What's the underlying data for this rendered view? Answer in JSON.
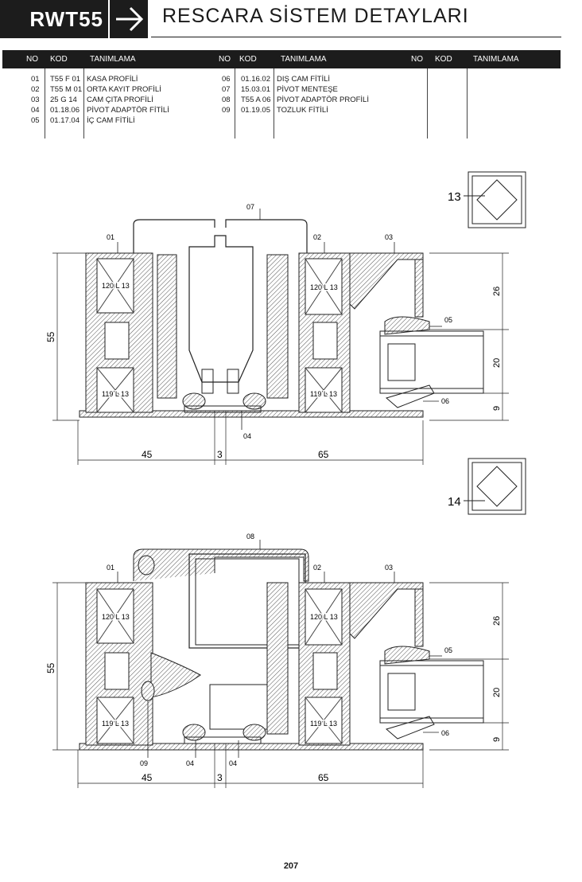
{
  "header": {
    "series_code": "RWT55",
    "title": "RESCARA SİSTEM DETAYLARI"
  },
  "table": {
    "columns": [
      "NO",
      "KOD",
      "TANIMLAMA"
    ],
    "groups": [
      [
        {
          "no": "01",
          "kod": "T55 F 01",
          "tanim": "KASA PROFİLİ"
        },
        {
          "no": "02",
          "kod": "T55 M 01",
          "tanim": "ORTA KAYIT PROFİLİ"
        },
        {
          "no": "03",
          "kod": "25 G 14",
          "tanim": "CAM ÇITA PROFİLİ"
        },
        {
          "no": "04",
          "kod": "01.18.06",
          "tanim": "PİVOT ADAPTÖR FİTİLİ"
        },
        {
          "no": "05",
          "kod": "01.17.04",
          "tanim": "İÇ CAM FİTİLİ"
        }
      ],
      [
        {
          "no": "06",
          "kod": "01.16.02",
          "tanim": "DIŞ CAM FİTİLİ"
        },
        {
          "no": "07",
          "kod": "15.03.01",
          "tanim": "PİVOT MENTEŞE"
        },
        {
          "no": "08",
          "kod": "T55 A 06",
          "tanim": "PİVOT ADAPTÖR PROFİLİ"
        },
        {
          "no": "09",
          "kod": "01.19.05",
          "tanim": "TOZLUK FİTİLİ"
        }
      ],
      []
    ]
  },
  "drawing1": {
    "detail_no": "13",
    "callouts": [
      "07",
      "01",
      "02",
      "03",
      "05",
      "06",
      "04"
    ],
    "chambers": [
      "120 L 13",
      "119 L 13",
      "120 L 13",
      "119 L 13"
    ],
    "dims": {
      "height": "55",
      "d1": "26",
      "d2": "20",
      "d3": "9",
      "w1": "45",
      "w2": "3",
      "w3": "65"
    }
  },
  "drawing2": {
    "detail_no": "14",
    "callouts": [
      "08",
      "01",
      "02",
      "03",
      "05",
      "06",
      "09",
      "04",
      "04"
    ],
    "chambers": [
      "120 L 13",
      "119 L 13",
      "120 L 13",
      "119 L 13"
    ],
    "dims": {
      "height": "55",
      "d1": "26",
      "d2": "20",
      "d3": "9",
      "w1": "45",
      "w2": "3",
      "w3": "65"
    }
  },
  "footer": {
    "page": "207"
  }
}
